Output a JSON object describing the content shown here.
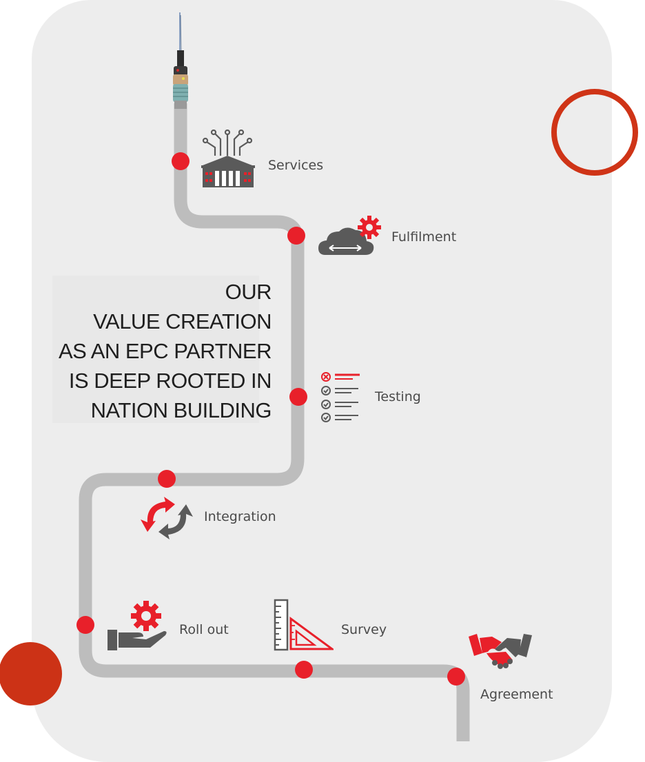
{
  "headline": {
    "lines": [
      "OUR",
      "VALUE CREATION",
      "AS AN EPC PARTNER",
      "IS DEEP ROOTED IN",
      "NATION BUILDING"
    ]
  },
  "stages": [
    {
      "label": "Services",
      "icon": "government-building-network-icon"
    },
    {
      "label": "Fulfilment",
      "icon": "cloud-gear-icon"
    },
    {
      "label": "Testing",
      "icon": "checklist-icon"
    },
    {
      "label": "Integration",
      "icon": "sync-arrows-icon"
    },
    {
      "label": "Roll out",
      "icon": "hand-gear-icon"
    },
    {
      "label": "Survey",
      "icon": "ruler-set-square-icon"
    },
    {
      "label": "Agreement",
      "icon": "handshake-icon"
    }
  ],
  "colors": {
    "accent": "#e8202a",
    "deco": "#cf3417",
    "path": "#bdbdbd",
    "panel": "#ededed",
    "icon": "#5a5a5a"
  }
}
